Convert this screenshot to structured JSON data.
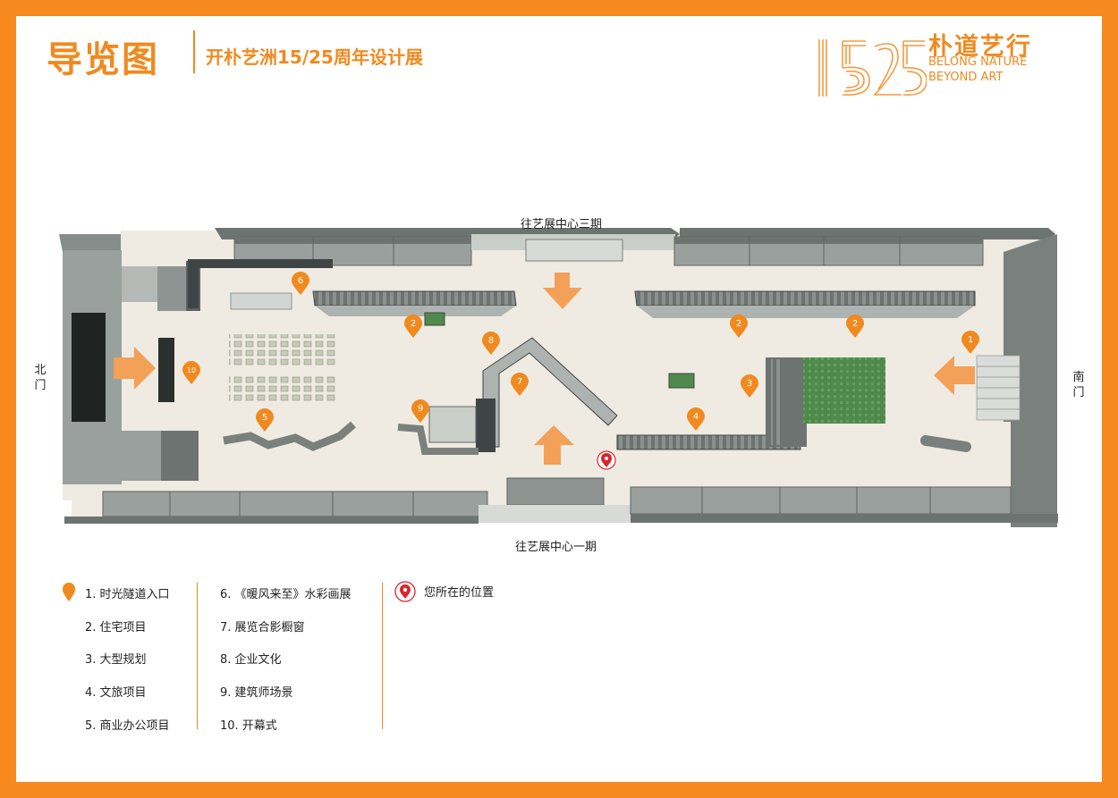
{
  "header": {
    "title": "导览图",
    "subtitle": "开朴艺洲15/25周年设计展",
    "brand_cn": "朴道艺行",
    "brand_en_line1": "BELONG NATURE",
    "brand_en_line2": "BEYOND ART",
    "logo_text": "1525"
  },
  "map": {
    "label_top": "往艺展中心三期",
    "label_bottom": "往艺展中心一期",
    "label_north": "北门",
    "label_south": "南门",
    "markers": [
      "1",
      "2",
      "2",
      "2",
      "3",
      "4",
      "5",
      "6",
      "7",
      "8",
      "9",
      "10"
    ]
  },
  "legend": {
    "col1": [
      "1. 时光隧道入口",
      "2. 住宅项目",
      "3. 大型规划",
      "4. 文旅项目",
      "5. 商业办公项目"
    ],
    "col2": [
      "6. 《暖风来至》水彩画展",
      "7. 展览合影橱窗",
      "8. 企业文化",
      "9. 建筑师场景",
      "10. 开幕式"
    ],
    "you_are_here": "您所在的位置"
  },
  "colors": {
    "frame": "#f7891f",
    "accent": "#f08a1f",
    "floor": "#efebe2",
    "wall": "#7f8583",
    "green": "#4f8a4c",
    "location": "#d8262b"
  }
}
